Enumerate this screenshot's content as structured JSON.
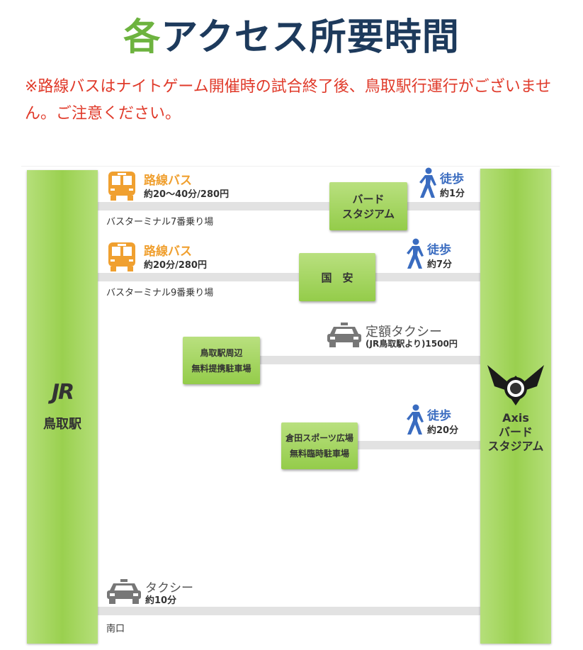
{
  "title": {
    "accent": "各",
    "rest": "アクセス所要時間"
  },
  "notice": "※路線バスはナイトゲーム開催時の試合終了後、鳥取駅行運行がございません。ご注意ください。",
  "left_station": {
    "logo": "JR",
    "name": "鳥取駅"
  },
  "right_station": {
    "line1": "Axis",
    "line2": "バード",
    "line3": "スタジアム"
  },
  "routes": [
    {
      "mode": "路線バス",
      "detail": "約20〜40分/280円",
      "stop": "バスターミナル7番乗り場",
      "via": [
        "バード",
        "スタジアム"
      ],
      "walk": "徒歩",
      "walk_time": "約1分"
    },
    {
      "mode": "路線バス",
      "detail": "約20分/280円",
      "stop": "バスターミナル9番乗り場",
      "via": [
        "国　安"
      ],
      "walk": "徒歩",
      "walk_time": "約7分"
    },
    {
      "origin": [
        "鳥取駅周辺",
        "無料提携駐車場"
      ],
      "mode": "定額タクシー",
      "detail": "(JR鳥取駅より)1500円"
    },
    {
      "origin": [
        "倉田スポーツ広場",
        "無料臨時駐車場"
      ],
      "walk": "徒歩",
      "walk_time": "約20分"
    },
    {
      "mode": "タクシー",
      "detail": "約10分",
      "stop": "南口"
    }
  ],
  "colors": {
    "accent_green": "#6db33f",
    "title_navy": "#1d3a5c",
    "notice_red": "#e03a2a",
    "bus_orange": "#f0a030",
    "walk_blue": "#3a6cc0"
  }
}
